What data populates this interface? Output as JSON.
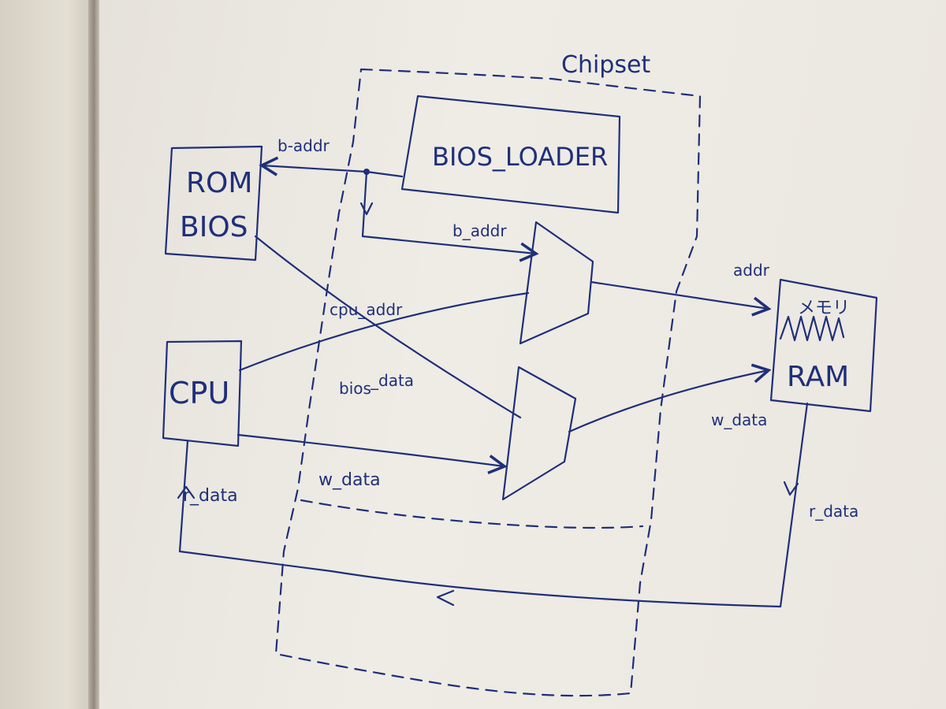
{
  "labels": {
    "chipset": "Chipset",
    "bios_loader": "BIOS_LOADER",
    "rom": "ROM",
    "bios": "BIOS",
    "cpu": "CPU",
    "ram_top": "メモリ",
    "ram": "RAM",
    "b_addr_top": "b-addr",
    "b_addr_mid": "b_addr",
    "cpu_addr": "cpu_addr",
    "addr": "addr",
    "bios_data_1": "bios",
    "bios_data_2": "_data",
    "w_data_cpu": "w_data",
    "w_data_ram": "w_data",
    "r_data_cpu": "r_data",
    "r_data_ram": "r_data"
  },
  "colors": {
    "ink": "#1f2f7a",
    "paper": "#ebe7e0"
  }
}
